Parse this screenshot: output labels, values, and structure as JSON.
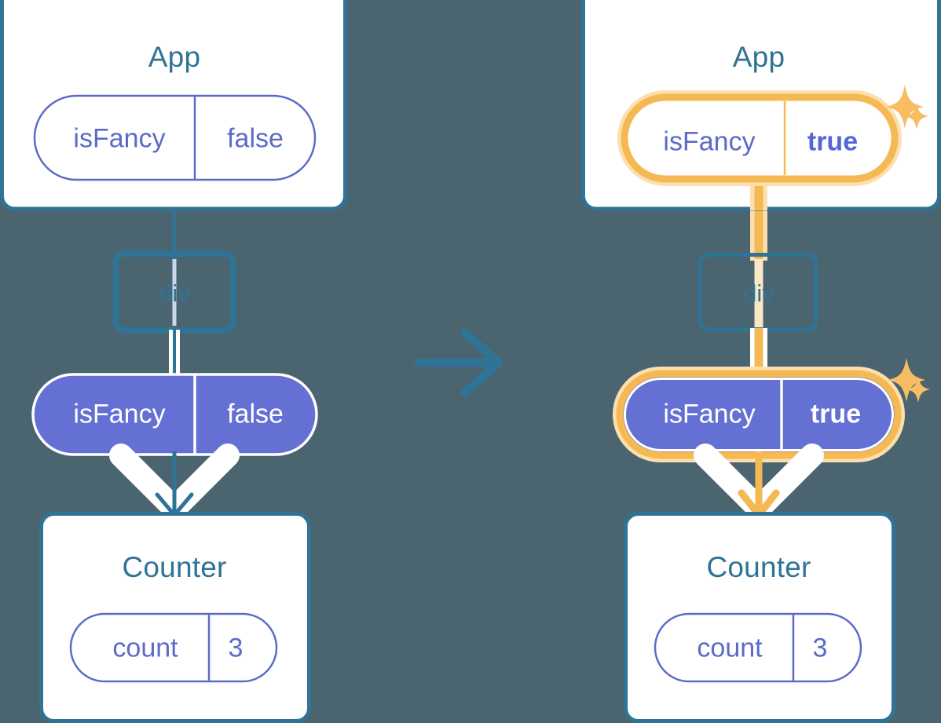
{
  "diagram": {
    "title_semantic": "react-state-lifting-before-after",
    "background_color": "#4b6570",
    "colors": {
      "box_border_blue": "#2f7396",
      "title_blue": "#2f7396",
      "pill_purple_fill": "#6470d4",
      "pill_purple_border": "#ffffff",
      "pill_outline_blue": "#5c6bc8",
      "value_text_blue": "#5566d6",
      "highlight_orange": "#f5b954",
      "highlight_orange_glow": "#fbdfae",
      "white": "#ffffff"
    },
    "transition_arrow": {
      "icon": "arrow-right-icon",
      "color": "#2f7396"
    },
    "panels": [
      {
        "id": "before",
        "app": {
          "label": "App",
          "state": {
            "name": "isFancy",
            "value": "false",
            "highlighted": false,
            "style": "outline"
          }
        },
        "div": {
          "label": "div"
        },
        "prop": {
          "name": "isFancy",
          "value": "false",
          "highlighted": false,
          "style": "filled"
        },
        "counter": {
          "label": "Counter",
          "state": {
            "name": "count",
            "value": "3",
            "highlighted": false,
            "style": "outline"
          }
        },
        "sparkles": []
      },
      {
        "id": "after",
        "app": {
          "label": "App",
          "state": {
            "name": "isFancy",
            "value": "true",
            "highlighted": true,
            "style": "outline"
          }
        },
        "div": {
          "label": "div"
        },
        "prop": {
          "name": "isFancy",
          "value": "true",
          "highlighted": true,
          "style": "filled"
        },
        "counter": {
          "label": "Counter",
          "state": {
            "name": "count",
            "value": "3",
            "highlighted": false,
            "style": "outline"
          }
        },
        "sparkles": [
          "sparkle-large-icon",
          "sparkle-small-icon",
          "sparkle-large-icon",
          "sparkle-small-icon"
        ]
      }
    ]
  }
}
